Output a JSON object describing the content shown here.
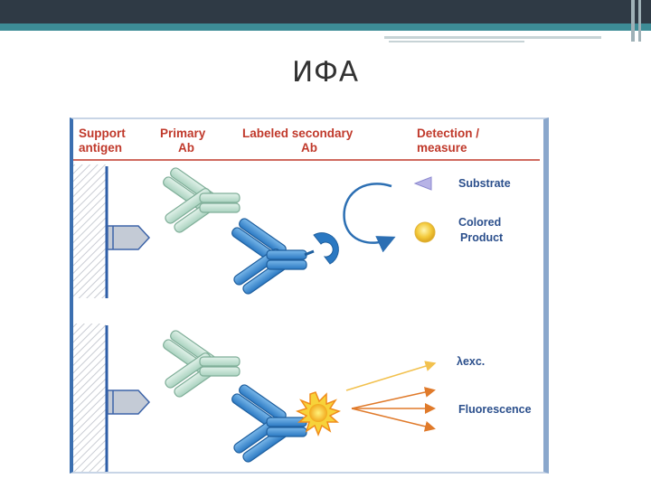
{
  "slide": {
    "title": "ИФА"
  },
  "diagram": {
    "headers": {
      "col1": [
        "Support",
        "antigen"
      ],
      "col2": [
        "Primary",
        "Ab"
      ],
      "col3": [
        "Labeled secondary",
        "Ab"
      ],
      "col4": [
        "Detection /",
        "measure"
      ]
    },
    "labels": {
      "substrate": "Substrate",
      "colored_product": [
        "Colored",
        "Product"
      ],
      "lambda_exc": "λexc.",
      "fluorescence": "Fluorescence"
    },
    "colors": {
      "header_text": "#c0392b",
      "label_text": "#2b4f8c",
      "primary_ab": "#b9dccb",
      "secondary_ab": "#3d8fd1",
      "support_line": "#2f5fa8",
      "arrow_exc": "#f2c14e",
      "arrow_emission": "#e07a2a"
    }
  }
}
